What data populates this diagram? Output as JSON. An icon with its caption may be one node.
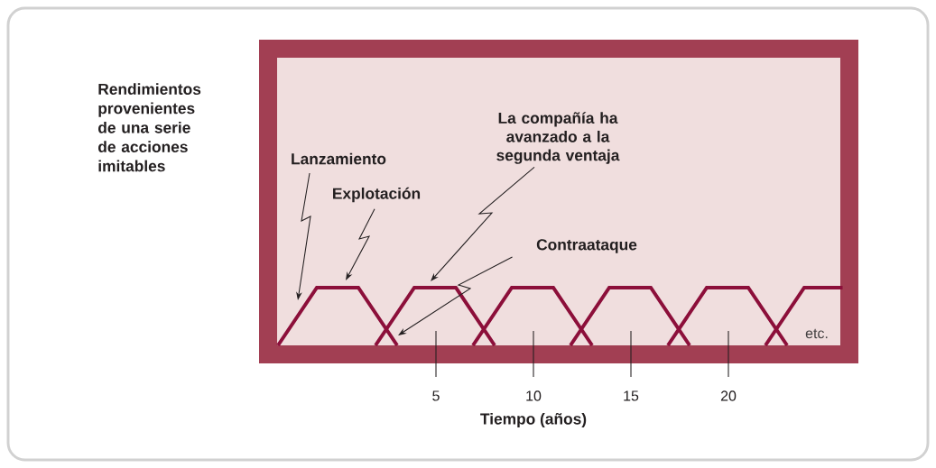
{
  "diagram": {
    "nodes": [
      {
        "text": [
          "Lanzamiento"
        ]
      },
      {
        "text": [
          "Explotación"
        ]
      },
      {
        "text": [
          "La compañía ha avanzado a la segunda ventaja"
        ]
      },
      {
        "text": [
          "Contraataque"
        ]
      },
      {
        "text": [],
        "shape": "line"
      }
    ],
    "edges": [
      {
        "from": 0,
        "to": 4,
        "arrow": "to"
      },
      {
        "from": 1,
        "to": 4,
        "arrow": "to"
      },
      {
        "from": 2,
        "to": 4,
        "arrow": "to"
      },
      {
        "from": 3,
        "to": 4,
        "arrow": "to"
      }
    ],
    "labels": [
      "Rendimientos provenientes de una serie de acciones imitables",
      "etc.",
      "5",
      "10",
      "15",
      "20",
      "Tiempo (años)"
    ]
  }
}
